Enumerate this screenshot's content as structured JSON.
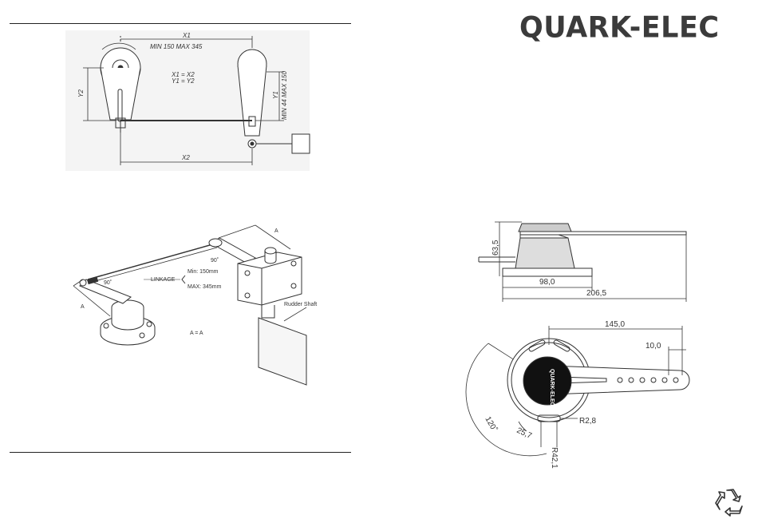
{
  "brand": {
    "logo": "QUARK-ELEC",
    "color": "#3b3b3b"
  },
  "diagram_top": {
    "x1": "X1",
    "x1_range": "MIN 150 MAX 345",
    "eq1": "X1 = X2",
    "eq2": "Y1 = Y2",
    "y1": "Y1",
    "y1_range": "MIN 44 MAX 150",
    "y2": "Y2",
    "x2": "X2"
  },
  "diagram_iso": {
    "a_top": "A",
    "a_left": "A",
    "angle_left": "90˚",
    "angle_right": "90˚",
    "linkage": "LINKAGE",
    "min": "Min:  150mm",
    "max": "MAX: 345mm",
    "eq": "A = A",
    "rudder": "Rudder Shaft"
  },
  "dims_side": {
    "height": "63,5",
    "base": "98,0",
    "length": "206,5"
  },
  "dims_top": {
    "length": "145,0",
    "hole_pitch": "10,0",
    "angle": "120˚",
    "r_small": "R2,8",
    "slot": "25,7",
    "r_large": "R42,1",
    "face_logo": "QUARK-ELEC"
  }
}
